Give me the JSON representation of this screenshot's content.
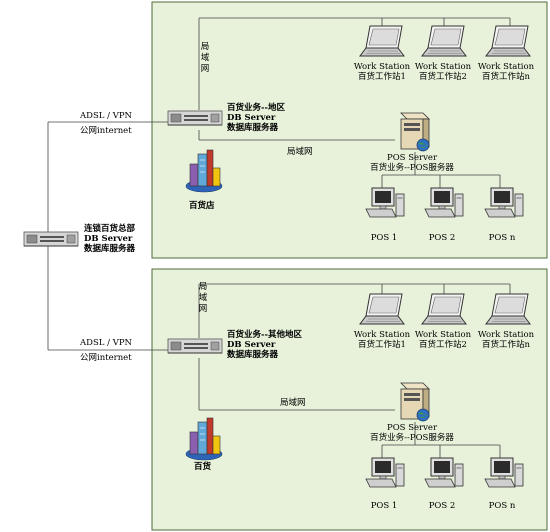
{
  "colors": {
    "panel_fill": "#e8f2da",
    "panel_border": "#4d6b3a",
    "line": "#444444"
  },
  "hq": {
    "label_line1": "连锁百货总部",
    "label_line2": "DB Server",
    "label_line3": "数据库服务器"
  },
  "links": {
    "top_adsl": "ADSL / VPN",
    "top_internet": "公网internet",
    "bottom_adsl": "ADSL / VPN",
    "bottom_internet": "公网internet"
  },
  "regions": [
    {
      "db_label_line1": "百货业务--地区",
      "db_label_line2": "DB Server",
      "db_label_line3": "数据库服务器",
      "lan_vertical": "局域网",
      "lan_horizontal": "局域网",
      "store_label": "百货店",
      "workstations": [
        {
          "line1": "Work Station",
          "line2": "百货工作站1"
        },
        {
          "line1": "Work Station",
          "line2": "百货工作站2"
        },
        {
          "line1": "Work Station",
          "line2": "百货工作站n"
        }
      ],
      "pos_server_line1": "POS Server",
      "pos_server_line2": "百货业务--POS服务器",
      "pos_terminals": [
        "POS 1",
        "POS 2",
        "POS n"
      ]
    },
    {
      "db_label_line1": "百货业务--其他地区",
      "db_label_line2": "DB Server",
      "db_label_line3": "数据库服务器",
      "lan_vertical": "局域网",
      "lan_horizontal": "局域网",
      "store_label": "百货",
      "workstations": [
        {
          "line1": "Work Station",
          "line2": "百货工作站1"
        },
        {
          "line1": "Work Station",
          "line2": "百货工作站2"
        },
        {
          "line1": "Work Station",
          "line2": "百货工作站n"
        }
      ],
      "pos_server_line1": "POS Server",
      "pos_server_line2": "百货业务--POS服务器",
      "pos_terminals": [
        "POS 1",
        "POS 2",
        "POS n"
      ]
    }
  ]
}
